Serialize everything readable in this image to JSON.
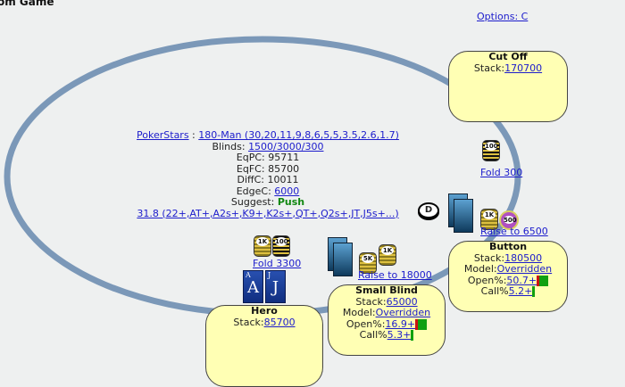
{
  "window": {
    "title": "om Game"
  },
  "options_link": "Options: C",
  "colors": {
    "felt_rail": "#7b98b8",
    "seat_bg": "#ffffb4",
    "suggest": "#118811",
    "link": "#1c1ccc"
  },
  "info": {
    "site": "PokerStars",
    "separator": " : ",
    "structure": "180-Man (30,20,11,9,8,6,5,5,3.5,2.6,1.7)",
    "blinds_label": "Blinds: ",
    "blinds_value": "1500/3000/300",
    "eqpc_label": "EqPC: ",
    "eqpc_value": "95711",
    "eqfc_label": "EqFC: ",
    "eqfc_value": "85700",
    "diffc_label": "DiffC: ",
    "diffc_value": "10011",
    "edgec_label": "EdgeC: ",
    "edgec_value": "6000",
    "suggest_label": "Suggest: ",
    "suggest_value": "Push",
    "range": "31.8 (22+,AT+,A2s+,K9+,K2s+,QT+,Q2s+,JT,J5s+...)"
  },
  "seats": {
    "cutoff": {
      "name": "Cut Off",
      "stack_label": "Stack:",
      "stack": "170700",
      "action": "Fold 300",
      "chips": [
        "100"
      ]
    },
    "button": {
      "name": "Button",
      "stack_label": "Stack:",
      "stack": "180500",
      "model_label": "Model:",
      "model": "Overridden",
      "open_label": "Open%:",
      "open": "50.7+",
      "call_label": "Call%",
      "call": "5.2+",
      "action": "Raise to 6500",
      "chips": [
        "1K",
        "500"
      ]
    },
    "small_blind": {
      "name": "Small Blind",
      "stack_label": "Stack:",
      "stack": "65000",
      "model_label": "Model:",
      "model": "Overridden",
      "open_label": "Open%:",
      "open": "16.9+",
      "call_label": "Call%",
      "call": "5.3+",
      "action": "Raise to 18000",
      "chips": [
        "5K",
        "1K"
      ]
    },
    "hero": {
      "name": "Hero",
      "stack_label": "Stack:",
      "stack": "85700",
      "action": "Fold 3300",
      "chips": [
        "1K",
        "100"
      ],
      "cards": [
        {
          "rank": "A",
          "index": "A"
        },
        {
          "rank": "J",
          "index": "J"
        }
      ]
    }
  },
  "dealer_button": "D"
}
